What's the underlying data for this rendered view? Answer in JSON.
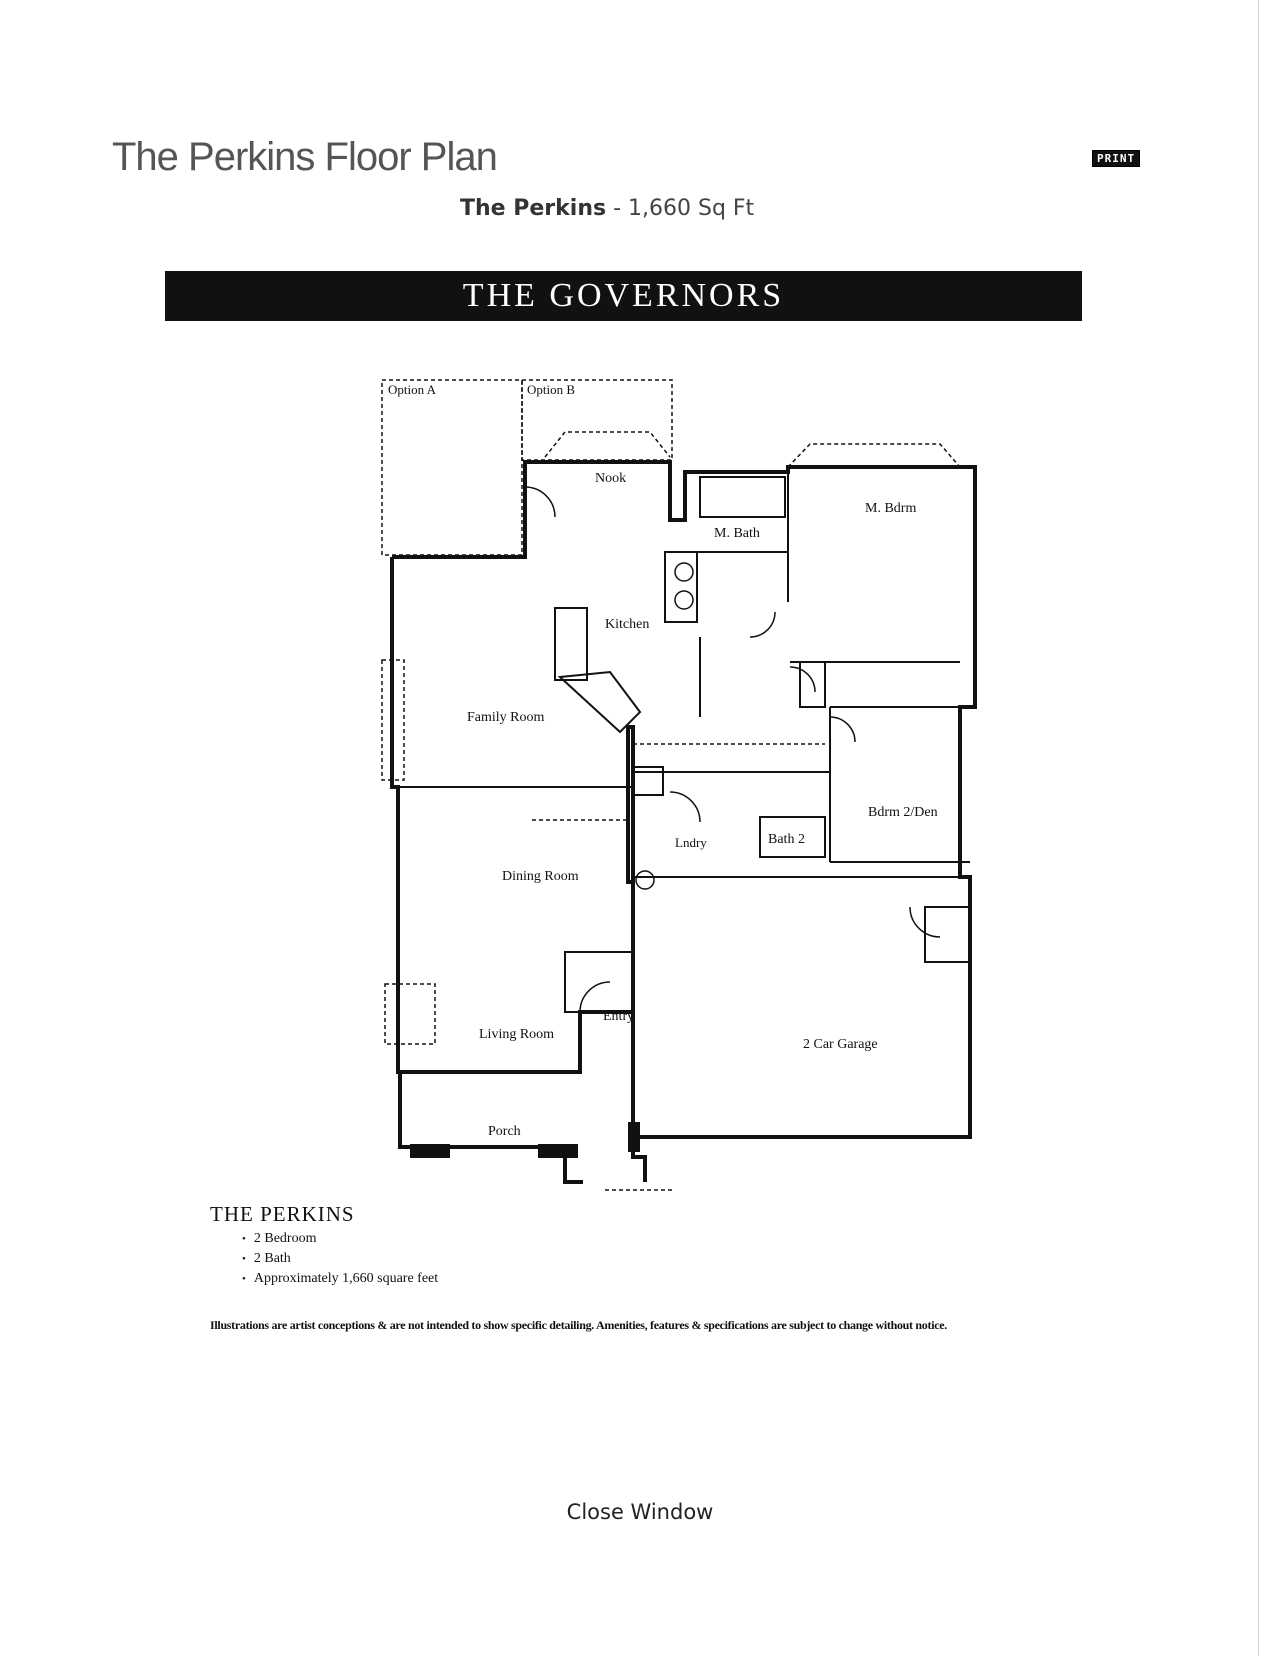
{
  "page": {
    "title": "The Perkins Floor Plan",
    "print_label": "PRINT",
    "subtitle_name": "The Perkins",
    "subtitle_size": "- 1,660 Sq Ft",
    "close_label": "Close Window"
  },
  "brochure": {
    "banner": "THE GOVERNORS",
    "plan_name": "THE PERKINS",
    "features": [
      "2 Bedroom",
      "2 Bath",
      "Approximately 1,660 square feet"
    ],
    "disclaimer": "Illustrations are artist conceptions & are not intended to show specific detailing. Amenities, features & specifications are subject to change without notice."
  },
  "floor_plan": {
    "rooms": {
      "option_a": "Option A",
      "option_b": "Option B",
      "nook": "Nook",
      "m_bath": "M. Bath",
      "m_bdrm": "M. Bdrm",
      "kitchen": "Kitchen",
      "family_room": "Family Room",
      "dining_room": "Dining Room",
      "laundry": "Lndry",
      "bath_2": "Bath 2",
      "bdrm_2_den": "Bdrm 2/Den",
      "living_room": "Living Room",
      "entry": "Entry",
      "garage": "2 Car Garage",
      "porch": "Porch"
    }
  }
}
